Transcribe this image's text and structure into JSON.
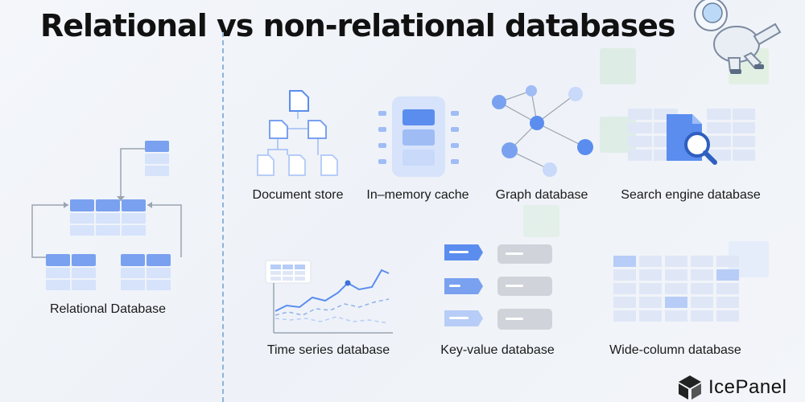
{
  "title": "Relational vs non-relational databases",
  "labels": {
    "relational": "Relational Database",
    "document": "Document store",
    "inmemory": "In–memory cache",
    "graph": "Graph database",
    "search": "Search engine database",
    "timeseries": "Time series database",
    "keyvalue": "Key-value database",
    "widecolumn": "Wide-column database"
  },
  "brand": {
    "name": "IcePanel"
  },
  "colors": {
    "accent": "#5b8def",
    "mid": "#9fbcf5",
    "light": "#d6e3fb",
    "gray": "#c9cdd4"
  }
}
